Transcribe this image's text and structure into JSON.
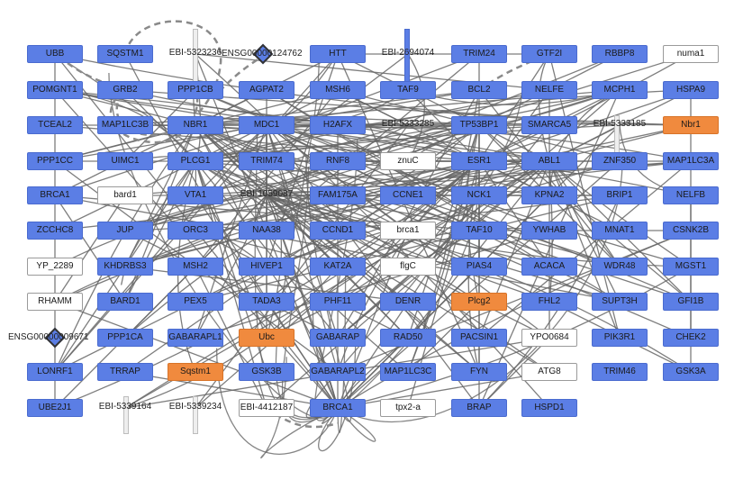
{
  "network": {
    "nodes": [
      {
        "label": "UBB",
        "color": "blue"
      },
      {
        "label": "SQSTM1",
        "color": "blue"
      },
      {
        "label": "EBI-5323236",
        "color": "text"
      },
      {
        "label": "HTT",
        "color": "blue"
      },
      {
        "label": "EBI-2694074",
        "color": "text"
      },
      {
        "label": "TRIM24",
        "color": "blue"
      },
      {
        "label": "GTF2I",
        "color": "blue"
      },
      {
        "label": "RBBP8",
        "color": "blue"
      },
      {
        "label": "numa1",
        "color": "white"
      },
      {
        "label": "POMGNT1",
        "color": "blue"
      },
      {
        "label": "GRB2",
        "color": "blue"
      },
      {
        "label": "PPP1CB",
        "color": "blue"
      },
      {
        "label": "AGPAT2",
        "color": "blue"
      },
      {
        "label": "MSH6",
        "color": "blue"
      },
      {
        "label": "TAF9",
        "color": "blue"
      },
      {
        "label": "BCL2",
        "color": "blue"
      },
      {
        "label": "NELFE",
        "color": "blue"
      },
      {
        "label": "MCPH1",
        "color": "blue"
      },
      {
        "label": "HSPA9",
        "color": "blue"
      },
      {
        "label": "TCEAL2",
        "color": "blue"
      },
      {
        "label": "MAP1LC3B",
        "color": "blue"
      },
      {
        "label": "NBR1",
        "color": "blue"
      },
      {
        "label": "MDC1",
        "color": "blue"
      },
      {
        "label": "H2AFX",
        "color": "blue"
      },
      {
        "label": "EBI-5333285",
        "color": "text"
      },
      {
        "label": "TP53BP1",
        "color": "blue"
      },
      {
        "label": "SMARCA5",
        "color": "blue"
      },
      {
        "label": "EBI-5333185",
        "color": "text"
      },
      {
        "label": "Nbr1",
        "color": "orange"
      },
      {
        "label": "PPP1CC",
        "color": "blue"
      },
      {
        "label": "UIMC1",
        "color": "blue"
      },
      {
        "label": "PLCG1",
        "color": "blue"
      },
      {
        "label": "TRIM74",
        "color": "blue"
      },
      {
        "label": "RNF8",
        "color": "blue"
      },
      {
        "label": "znuC",
        "color": "white"
      },
      {
        "label": "ESR1",
        "color": "blue"
      },
      {
        "label": "ABL1",
        "color": "blue"
      },
      {
        "label": "ZNF350",
        "color": "blue"
      },
      {
        "label": "MAP1LC3A",
        "color": "blue"
      },
      {
        "label": "BRCA1",
        "color": "blue"
      },
      {
        "label": "bard1",
        "color": "white"
      },
      {
        "label": "VTA1",
        "color": "blue"
      },
      {
        "label": "EBI-1059087",
        "color": "text"
      },
      {
        "label": "FAM175A",
        "color": "blue"
      },
      {
        "label": "CCNE1",
        "color": "blue"
      },
      {
        "label": "NCK1",
        "color": "blue"
      },
      {
        "label": "KPNA2",
        "color": "blue"
      },
      {
        "label": "BRIP1",
        "color": "blue"
      },
      {
        "label": "NELFB",
        "color": "blue"
      },
      {
        "label": "ZCCHC8",
        "color": "blue"
      },
      {
        "label": "JUP",
        "color": "blue"
      },
      {
        "label": "ORC3",
        "color": "blue"
      },
      {
        "label": "NAA38",
        "color": "blue"
      },
      {
        "label": "CCND1",
        "color": "blue"
      },
      {
        "label": "brca1",
        "color": "white"
      },
      {
        "label": "TAF10",
        "color": "blue"
      },
      {
        "label": "YWHAB",
        "color": "blue"
      },
      {
        "label": "MNAT1",
        "color": "blue"
      },
      {
        "label": "CSNK2B",
        "color": "blue"
      },
      {
        "label": "YP_2289",
        "color": "white"
      },
      {
        "label": "KHDRBS3",
        "color": "blue"
      },
      {
        "label": "MSH2",
        "color": "blue"
      },
      {
        "label": "HIVEP1",
        "color": "blue"
      },
      {
        "label": "KAT2A",
        "color": "blue"
      },
      {
        "label": "flgC",
        "color": "white"
      },
      {
        "label": "PIAS4",
        "color": "blue"
      },
      {
        "label": "ACACA",
        "color": "blue"
      },
      {
        "label": "WDR48",
        "color": "blue"
      },
      {
        "label": "MGST1",
        "color": "blue"
      },
      {
        "label": "RHAMM",
        "color": "white"
      },
      {
        "label": "BARD1",
        "color": "blue"
      },
      {
        "label": "PEX5",
        "color": "blue"
      },
      {
        "label": "TADA3",
        "color": "blue"
      },
      {
        "label": "PHF11",
        "color": "blue"
      },
      {
        "label": "DENR",
        "color": "blue"
      },
      {
        "label": "Plcg2",
        "color": "orange"
      },
      {
        "label": "FHL2",
        "color": "blue"
      },
      {
        "label": "SUPT3H",
        "color": "blue"
      },
      {
        "label": "GFI1B",
        "color": "blue"
      },
      {
        "label": "PPP1CA",
        "color": "blue"
      },
      {
        "label": "GABARAPL1",
        "color": "blue"
      },
      {
        "label": "Ubc",
        "color": "orange"
      },
      {
        "label": "GABARAP",
        "color": "blue"
      },
      {
        "label": "RAD50",
        "color": "blue"
      },
      {
        "label": "PACSIN1",
        "color": "blue"
      },
      {
        "label": "YPO0684",
        "color": "white"
      },
      {
        "label": "PIK3R1",
        "color": "blue"
      },
      {
        "label": "CHEK2",
        "color": "blue"
      },
      {
        "label": "LONRF1",
        "color": "blue"
      },
      {
        "label": "TRRAP",
        "color": "blue"
      },
      {
        "label": "Sqstm1",
        "color": "orange"
      },
      {
        "label": "GSK3B",
        "color": "blue"
      },
      {
        "label": "GABARAPL2",
        "color": "blue"
      },
      {
        "label": "MAP1LC3C",
        "color": "blue"
      },
      {
        "label": "FYN",
        "color": "blue"
      },
      {
        "label": "ATG8",
        "color": "white"
      },
      {
        "label": "TRIM46",
        "color": "blue"
      },
      {
        "label": "GSK3A",
        "color": "blue"
      },
      {
        "label": "UBE2J1",
        "color": "blue"
      },
      {
        "label": "EBI-5339164",
        "color": "text"
      },
      {
        "label": "EBI-5339234",
        "color": "text"
      },
      {
        "label": "EBI-4412187",
        "color": "white"
      },
      {
        "label": "BRCA1",
        "color": "blue"
      },
      {
        "label": "tpx2-a",
        "color": "white"
      },
      {
        "label": "BRAP",
        "color": "blue"
      },
      {
        "label": "HSPD1",
        "color": "blue"
      }
    ],
    "diamonds": [
      {
        "label": "ENSG00000124762"
      },
      {
        "label": "ENSG00000009671"
      }
    ],
    "colors": {
      "human_protein": "#5b7ee5",
      "mouse_protein": "#f08a3e",
      "other": "#ffffff",
      "edge": "#666666",
      "self_loop": "#8a8a8a"
    }
  }
}
